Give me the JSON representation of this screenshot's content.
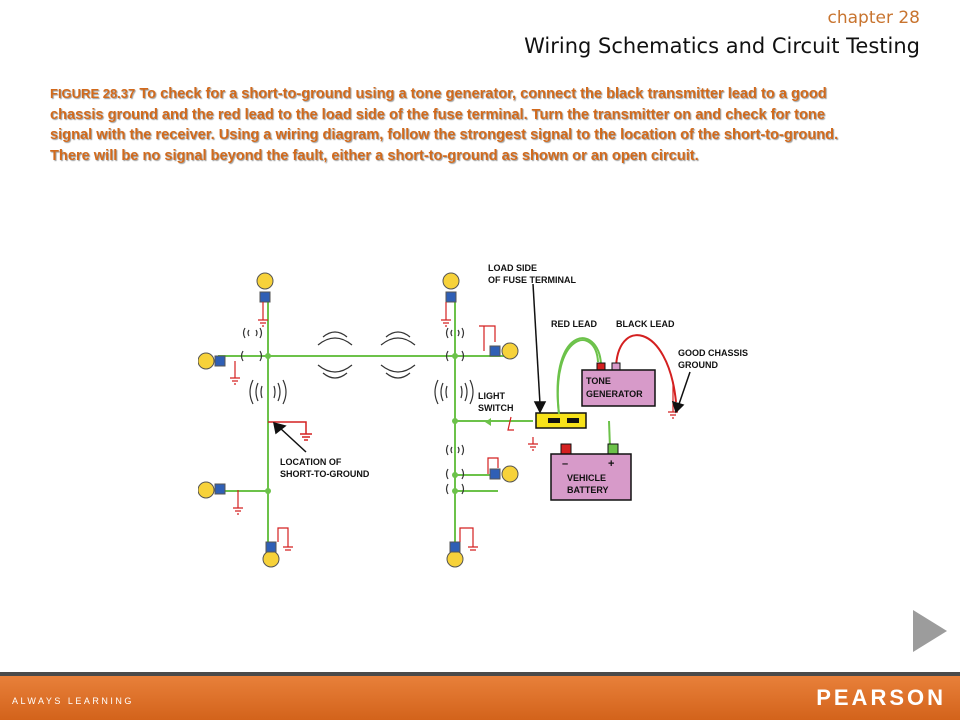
{
  "header": {
    "chapter": "chapter 28",
    "title": "Wiring Schematics and Circuit Testing"
  },
  "caption": {
    "figure": "FIGURE 28.37",
    "text": " To check for a short-to-ground using a tone generator, connect the black transmitter lead to a good chassis ground and the red lead to the load side of the fuse terminal. Turn the transmitter on and check for tone signal with the receiver. Using a wiring diagram, follow the strongest signal to the location of the short-to-ground. There will be no signal beyond the fault, either a short-to-ground as shown or an open circuit."
  },
  "diagram": {
    "load_side_1": "LOAD SIDE",
    "load_side_2": "OF FUSE TERMINAL",
    "red_lead": "RED LEAD",
    "black_lead": "BLACK LEAD",
    "good_chassis_1": "GOOD CHASSIS",
    "good_chassis_2": "GROUND",
    "tone_gen_1": "TONE",
    "tone_gen_2": "GENERATOR",
    "light_switch_1": "LIGHT",
    "light_switch_2": "SWITCH",
    "location_1": "LOCATION OF",
    "location_2": "SHORT-TO-GROUND",
    "battery_minus": "–",
    "battery_plus": "+",
    "battery_1": "VEHICLE",
    "battery_2": "BATTERY",
    "colors": {
      "wire": "#6cc24a",
      "red_wire": "#d42020",
      "box_fill": "#d79ac9",
      "bulb": "#f7d23a",
      "socket": "#2f5fb5"
    }
  },
  "footer": {
    "tagline": "ALWAYS LEARNING",
    "brand": "PEARSON"
  },
  "nav": {
    "next_icon": "play-triangle-icon"
  }
}
